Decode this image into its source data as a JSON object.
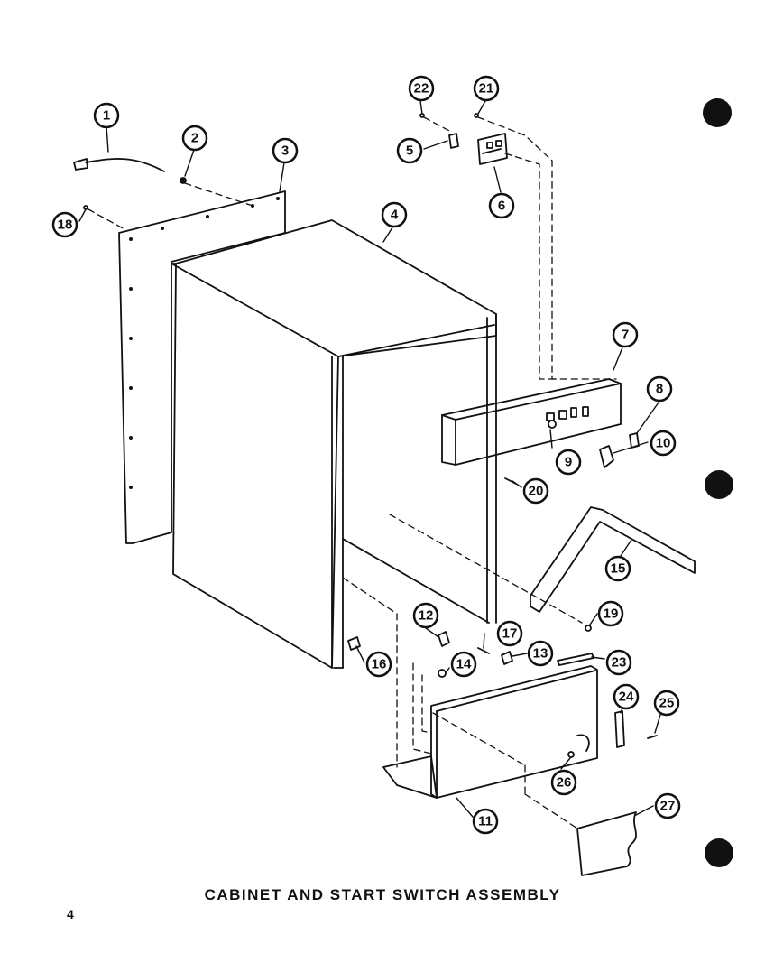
{
  "title": "CABINET AND START SWITCH ASSEMBLY",
  "page_number": "4",
  "callouts": [
    "1",
    "2",
    "3",
    "4",
    "5",
    "6",
    "7",
    "8",
    "9",
    "10",
    "11",
    "12",
    "13",
    "14",
    "15",
    "16",
    "17",
    "18",
    "19",
    "20",
    "21",
    "22",
    "23",
    "24",
    "25",
    "26",
    "27"
  ],
  "colors": {
    "ink": "#111111",
    "paper": "#ffffff"
  }
}
